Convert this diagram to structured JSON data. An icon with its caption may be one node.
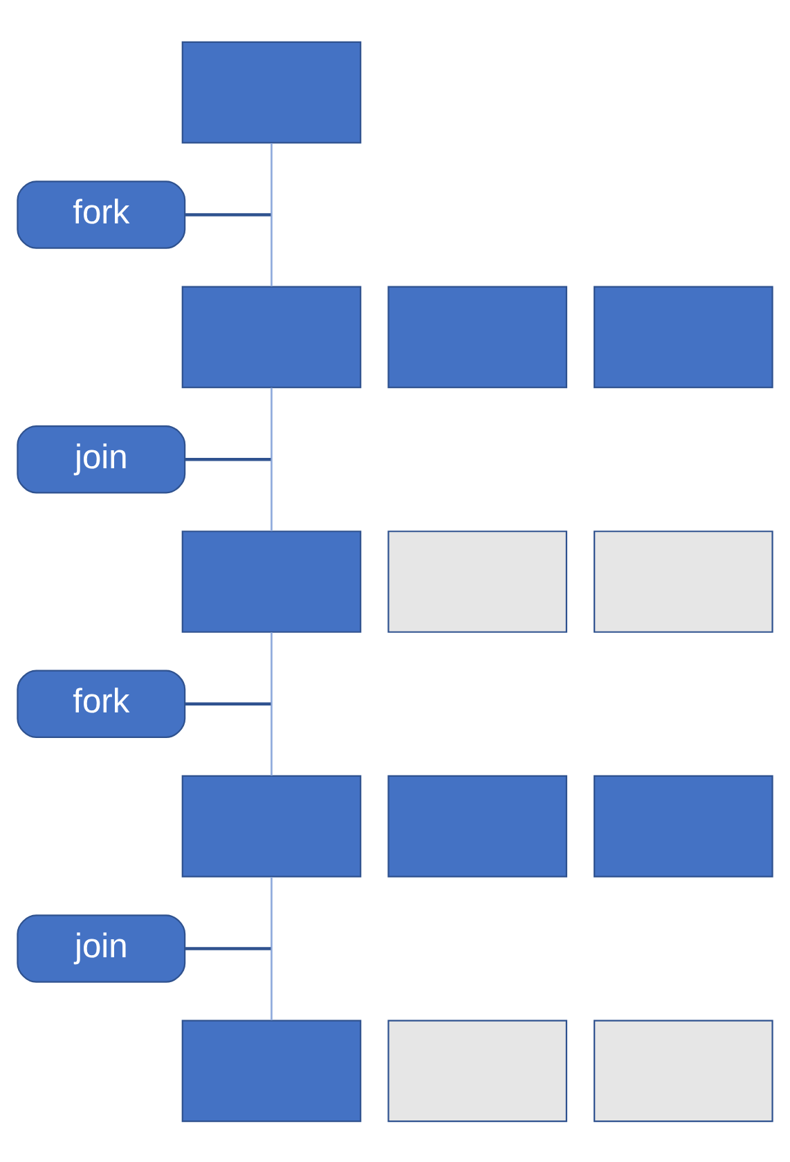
{
  "diagram": {
    "nodes": [
      {
        "text": [],
        "shape": "box"
      },
      {
        "text": [
          "fork"
        ]
      },
      {
        "text": [],
        "shape": "box"
      },
      {
        "text": [],
        "shape": "box"
      },
      {
        "text": [],
        "shape": "box"
      },
      {
        "text": [
          "join"
        ]
      },
      {
        "text": [],
        "shape": "box"
      },
      {
        "text": [],
        "shape": "box"
      },
      {
        "text": [],
        "shape": "box"
      },
      {
        "text": [
          "fork"
        ]
      },
      {
        "text": [],
        "shape": "box"
      },
      {
        "text": [],
        "shape": "box"
      },
      {
        "text": [],
        "shape": "box"
      },
      {
        "text": [
          "join"
        ]
      },
      {
        "text": [],
        "shape": "box"
      },
      {
        "text": [],
        "shape": "box"
      },
      {
        "text": [],
        "shape": "box"
      }
    ],
    "edges": [
      {
        "from": 0,
        "to": 2,
        "arrow": "none"
      },
      {
        "from": 2,
        "to": 6,
        "arrow": "none"
      },
      {
        "from": 6,
        "to": 10,
        "arrow": "none"
      },
      {
        "from": 10,
        "to": 14,
        "arrow": "none"
      },
      {
        "from": 1,
        "to": null,
        "arrow": "none",
        "color": "#2f528f"
      },
      {
        "from": 5,
        "to": null,
        "arrow": "none",
        "color": "#2f528f"
      },
      {
        "from": 9,
        "to": null,
        "arrow": "none",
        "color": "#2f528f"
      },
      {
        "from": 13,
        "to": null,
        "arrow": "none",
        "color": "#2f528f"
      }
    ]
  }
}
